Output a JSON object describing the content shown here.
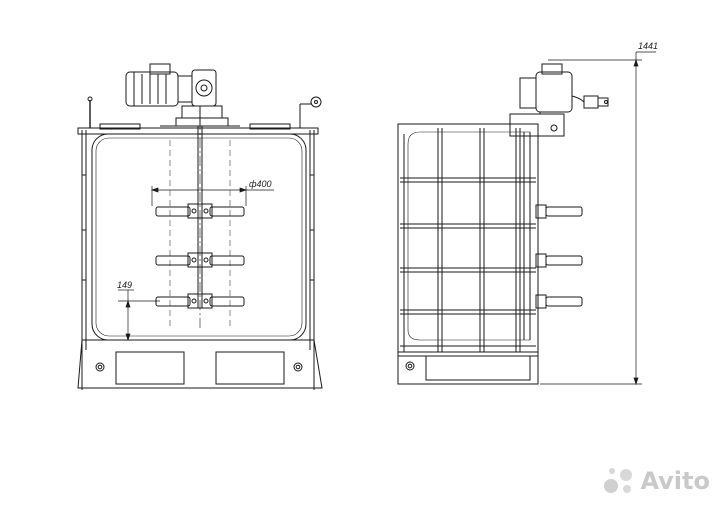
{
  "drawing": {
    "dimensions": {
      "diameter": "ф400",
      "offset": "149",
      "height": "1441"
    }
  },
  "watermark": {
    "brand": "Avito",
    "icon": "avito-logo-icon"
  }
}
